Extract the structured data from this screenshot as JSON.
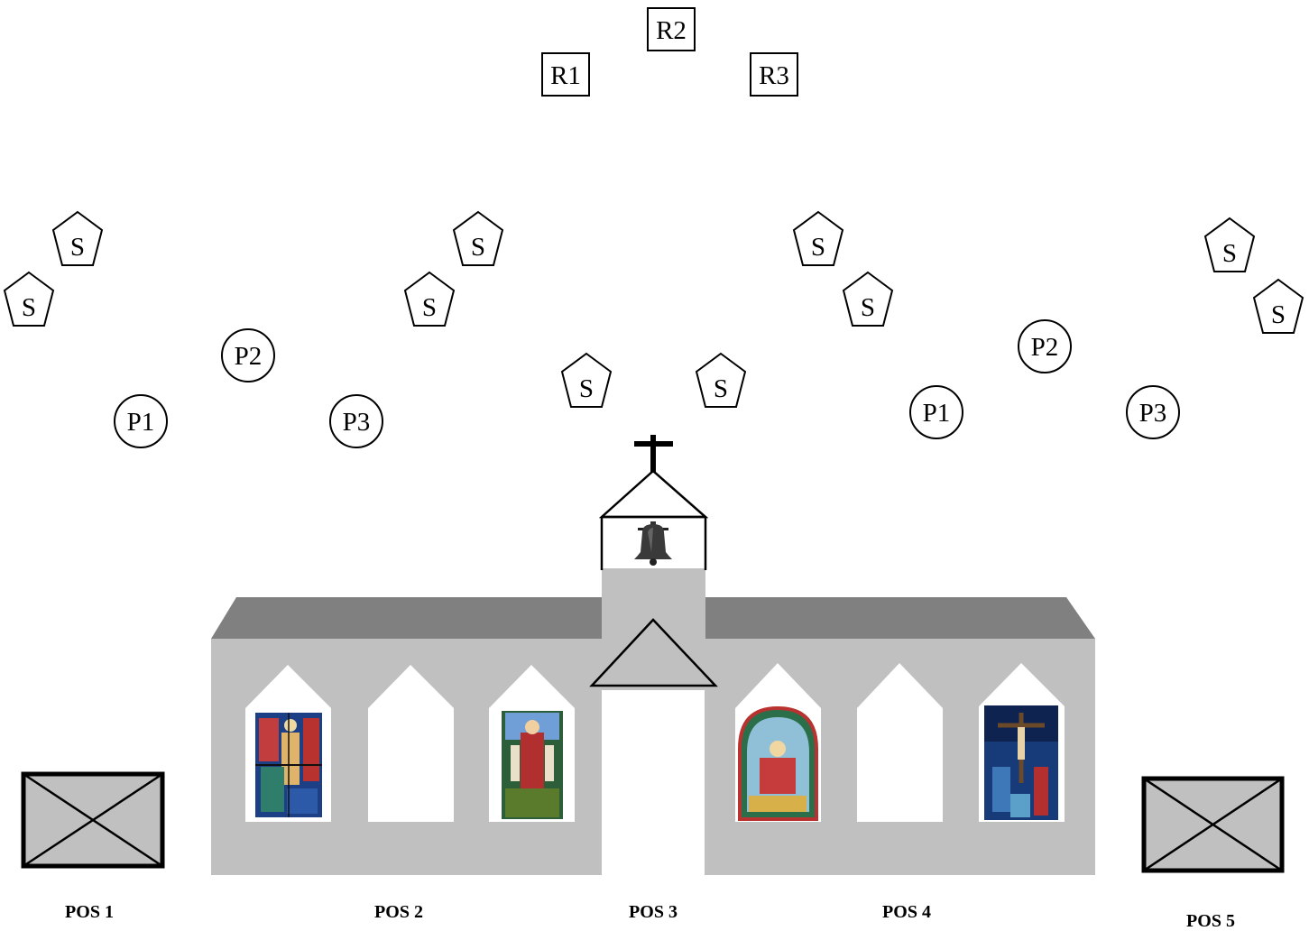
{
  "colors": {
    "wall": "#c0c0c0",
    "roof": "#808080",
    "window": "#ffffff",
    "ink": "#000000",
    "box_fill": "#c0c0c0"
  },
  "receivers": {
    "r1": "R1",
    "r2": "R2",
    "r3": "R3"
  },
  "sources": {
    "label": "S"
  },
  "positions_marks": {
    "p1": "P1",
    "p2": "P2",
    "p3": "P3"
  },
  "positions": {
    "pos1": "POS 1",
    "pos2": "POS 2",
    "pos3": "POS 3",
    "pos4": "POS 4",
    "pos5": "POS 5"
  },
  "icons": {
    "cross": "cross-icon",
    "bell": "bell-icon",
    "speaker_box": "speaker-box-icon"
  }
}
